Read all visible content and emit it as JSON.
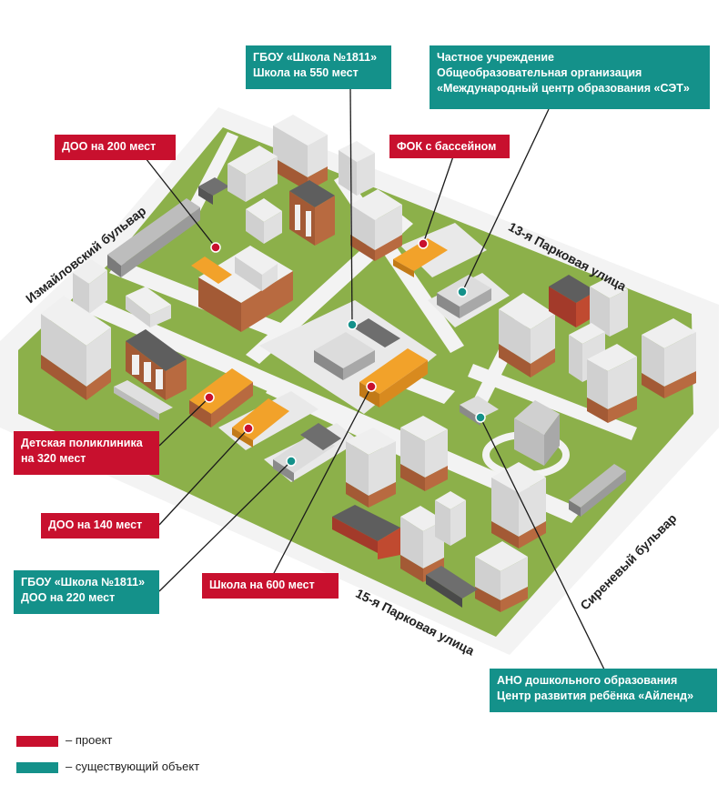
{
  "colors": {
    "project": "#c8102e",
    "existing": "#14918a",
    "ground": "#8cb04a",
    "road": "#f3f3f3",
    "building_light": "#d9d9d9",
    "building_dark": "#6e6e6e",
    "building_brown": "#a35a35",
    "building_orange": "#f2a22a"
  },
  "labels": {
    "school_1811_550": {
      "line1": "ГБОУ «Школа №1811»",
      "line2": "Школа на 550 мест",
      "type": "existing"
    },
    "set_center": {
      "line1": "Частное учреждение",
      "line2": "Общеобразовательная организация",
      "line3": "«Международный центр образования «СЭТ»",
      "type": "existing"
    },
    "doo_200": {
      "line1": "ДОО на 200 мест",
      "type": "project"
    },
    "fok": {
      "line1": "ФОК с бассейном",
      "type": "project"
    },
    "clinic": {
      "line1": "Детская поликлиника",
      "line2": "на 320 мест",
      "type": "project"
    },
    "doo_140": {
      "line1": "ДОО на 140 мест",
      "type": "project"
    },
    "school_1811_doo_220": {
      "line1": "ГБОУ «Школа №1811»",
      "line2": "ДОО на 220 мест",
      "type": "existing"
    },
    "school_600": {
      "line1": "Школа на 600 мест",
      "type": "project"
    },
    "ailend": {
      "line1": "АНО дошкольного образования",
      "line2": "Центр развития ребёнка «Айленд»",
      "type": "existing"
    }
  },
  "streets": {
    "izmailovsky": "Измайловский бульвар",
    "parkovaya_13": "13-я Парковая улица",
    "sirenevy": "Сиреневый бульвар",
    "parkovaya_15": "15-я Парковая улица"
  },
  "legend": {
    "project": "– проект",
    "existing": "– существующий объект"
  }
}
